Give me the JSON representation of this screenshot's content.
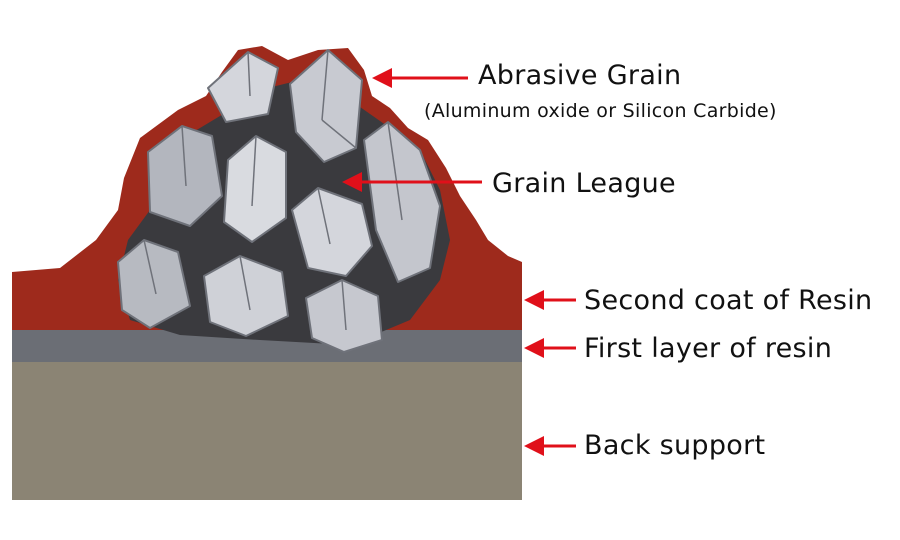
{
  "labels": {
    "abrasive_grain": "Abrasive Grain",
    "abrasive_grain_detail": "(Aluminum oxide or Silicon Carbide)",
    "grain_league": "Grain League",
    "second_coat": "Second coat of Resin",
    "first_layer": "First layer of resin",
    "back_support": "Back support"
  },
  "colors": {
    "second_resin": "#9e2a1c",
    "first_resin": "#6b6e75",
    "back_support": "#8b8474",
    "bond": "#3a3a3e",
    "grain_light": "#d4d6dc",
    "grain_mid": "#b3b6be",
    "grain_edge": "#6f727a",
    "arrow": "#e0101a"
  }
}
